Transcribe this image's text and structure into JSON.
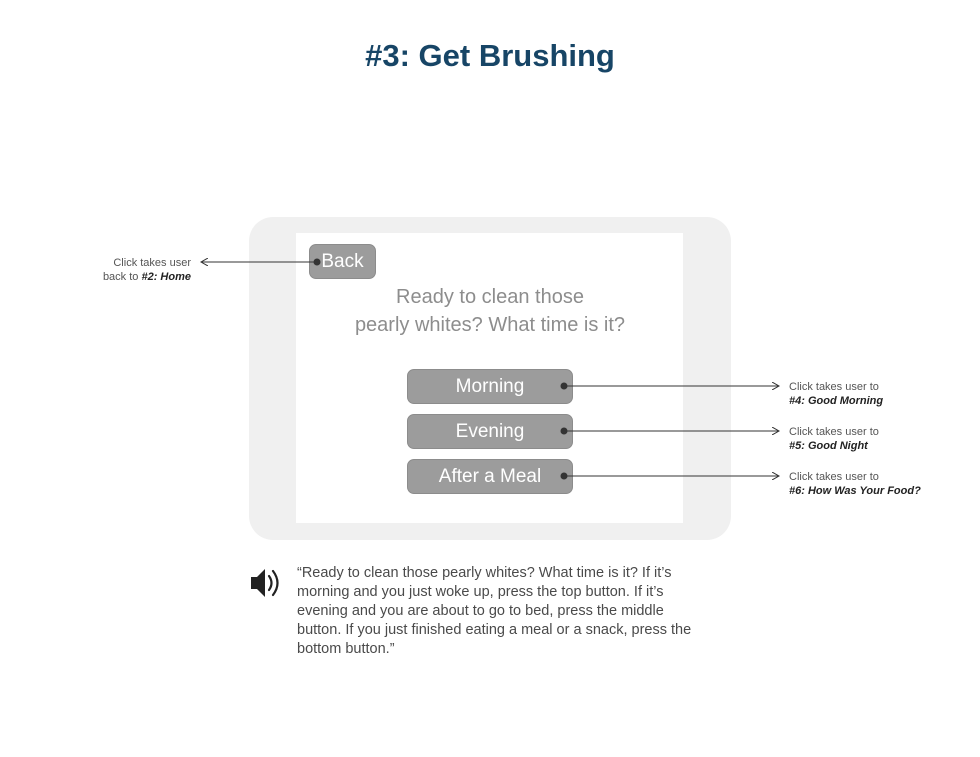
{
  "title": "#3: Get Brushing",
  "screen": {
    "back_label": "Back",
    "prompt_lines": [
      "Ready to clean those",
      "pearly whites? What time is it?"
    ],
    "buttons": [
      {
        "label": "Morning"
      },
      {
        "label": "Evening"
      },
      {
        "label": "After a Meal"
      }
    ]
  },
  "annotations": {
    "back": {
      "line1": "Click takes user",
      "prefix": "back to ",
      "target": "#2: Home"
    },
    "morning": {
      "line1": "Click takes user to",
      "target": "#4: Good Morning"
    },
    "evening": {
      "line1": "Click takes user to",
      "target": "#5: Good Night"
    },
    "meal": {
      "line1": "Click takes user to",
      "target": "#6: How Was Your Food?"
    }
  },
  "narration": {
    "icon": "speaker-icon",
    "text": "“Ready to clean those pearly whites? What time is it? If it’s morning and you just woke up, press the top button. If it’s evening and you are about to go to bed, press the middle button. If you just finished eating a meal or a snack, press the bottom button.”"
  },
  "colors": {
    "title": "#174566",
    "button": "#9c9c9c",
    "frame": "#f0f0f0"
  }
}
